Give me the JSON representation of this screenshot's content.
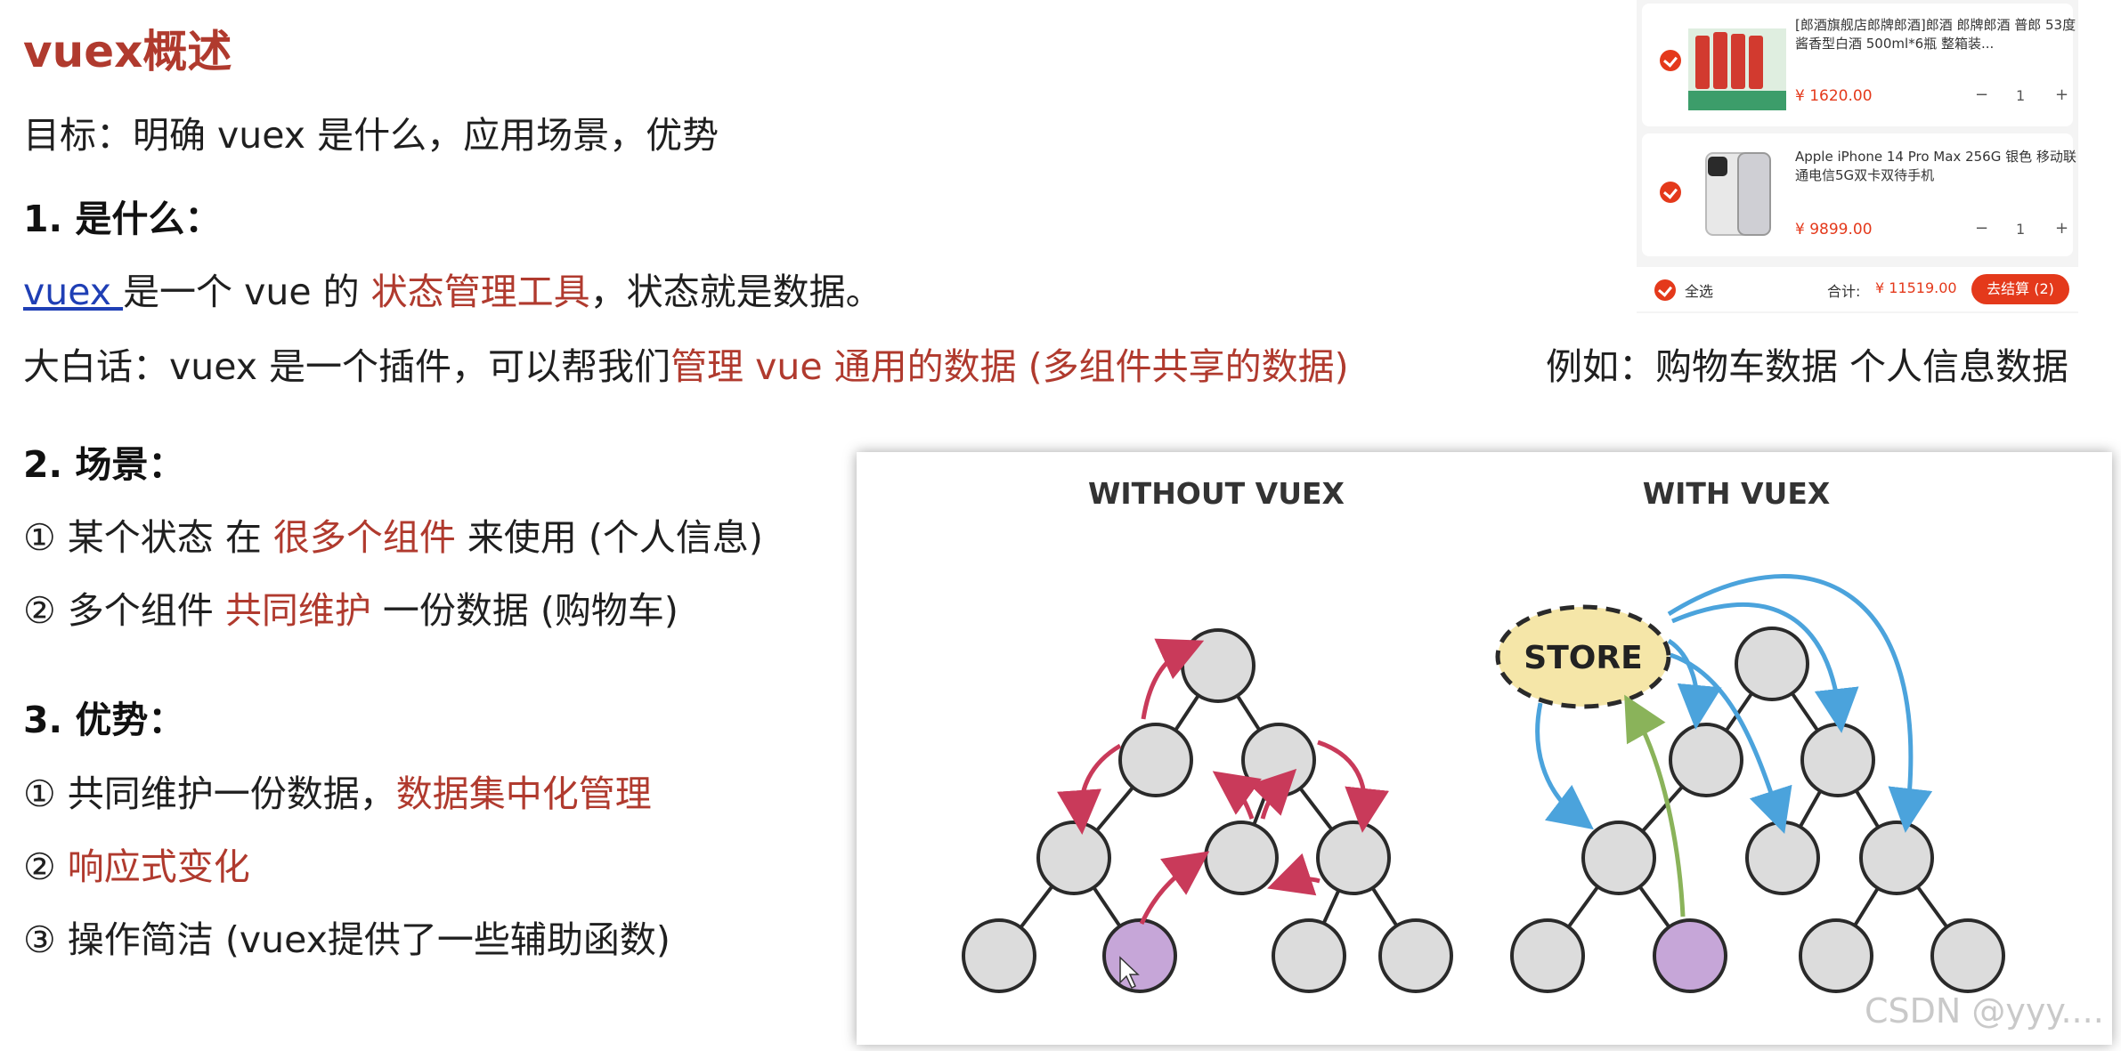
{
  "title": "vuex概述",
  "goal": "目标：明确 vuex 是什么，应用场景，优势",
  "section1": {
    "heading": "1. 是什么：",
    "line1": {
      "link": "vuex ",
      "a": "是一个 vue 的 ",
      "red": "状态管理工具",
      "b": "，状态就是数据。"
    },
    "line2": {
      "a": "大白话：vuex 是一个插件，可以帮我们",
      "red": "管理 vue 通用的数据 (多组件共享的数据)",
      "example": "例如：购物车数据   个人信息数据"
    }
  },
  "section2": {
    "heading": "2. 场景：",
    "item1": {
      "a": "① 某个状态 在 ",
      "red": "很多个组件",
      "b": " 来使用 (个人信息)"
    },
    "item2": {
      "a": "② 多个组件 ",
      "red": "共同维护",
      "b": " 一份数据 (购物车)"
    }
  },
  "section3": {
    "heading": "3. 优势：",
    "item1": {
      "a": "① 共同维护一份数据，",
      "red": "数据集中化管理"
    },
    "item2": {
      "a": "② ",
      "red": "响应式变化"
    },
    "item3": "③ 操作简洁 (vuex提供了一些辅助函数)"
  },
  "cart": {
    "items": [
      {
        "name": "[郎酒旗舰店郎牌郎酒]郎酒 郎牌郎酒 普郎 53度酱香型白酒 500ml*6瓶 整箱装...",
        "price": "¥ 1620.00",
        "qty": "1"
      },
      {
        "name": "Apple iPhone 14 Pro Max 256G 银色 移动联通电信5G双卡双待手机",
        "price": "¥ 9899.00",
        "qty": "1"
      }
    ],
    "select_all": "全选",
    "total_label": "合计:",
    "total": "¥ 11519.00",
    "checkout": "去结算 (2)",
    "minus": "−",
    "plus": "+"
  },
  "diagram": {
    "left_title": "WITHOUT VUEX",
    "right_title": "WITH VUEX",
    "store_label": "STORE"
  },
  "watermark": "CSDN @yyy....",
  "colors": {
    "accent_red": "#b03a2e",
    "arrow_pink": "#c93a5a",
    "arrow_blue": "#4ba3dc",
    "arrow_green": "#8ab35a",
    "node_purple": "#c6a6d8",
    "store_fill": "#f5e6a8"
  }
}
